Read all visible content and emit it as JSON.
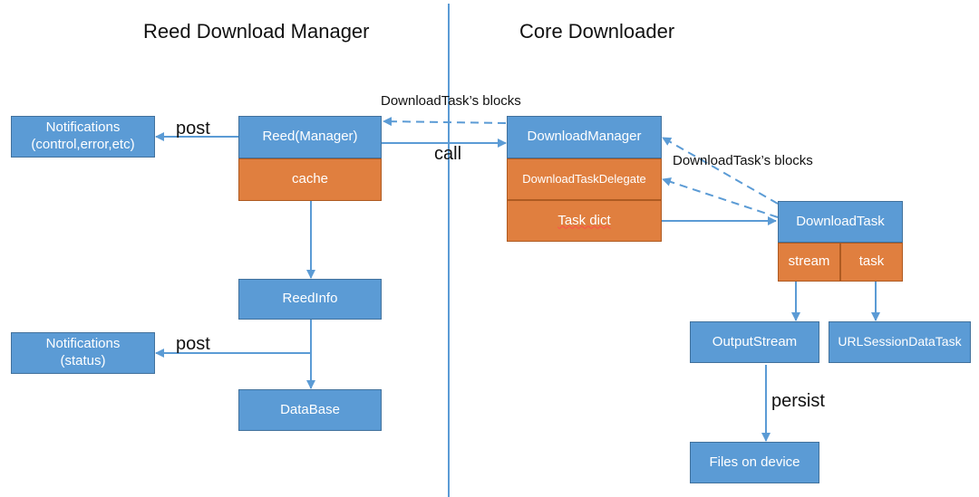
{
  "headings": {
    "left": "Reed Download Manager",
    "right": "Core Downloader"
  },
  "boxes": {
    "notifications_control": "Notifications\n(control,error,etc)",
    "reed_manager": "Reed(Manager)",
    "cache": "cache",
    "reed_info": "ReedInfo",
    "notifications_status": "Notifications\n(status)",
    "database": "DataBase",
    "download_manager": "DownloadManager",
    "download_task_delegate": "DownloadTaskDelegate",
    "task_dict": "Task dict",
    "download_task": "DownloadTask",
    "stream": "stream",
    "task": "task",
    "output_stream": "OutputStream",
    "url_session_data_task": "URLSessionDataTask",
    "files_on_device": "Files on device"
  },
  "edge_labels": {
    "post_control": "post",
    "post_status": "post",
    "call": "call",
    "blocks_top": "DownloadTask’s blocks",
    "blocks_right": "DownloadTask’s blocks",
    "persist": "persist"
  },
  "colors": {
    "blue": "#5b9bd5",
    "orange": "#e07f3f",
    "line": "#5b9bd5"
  }
}
